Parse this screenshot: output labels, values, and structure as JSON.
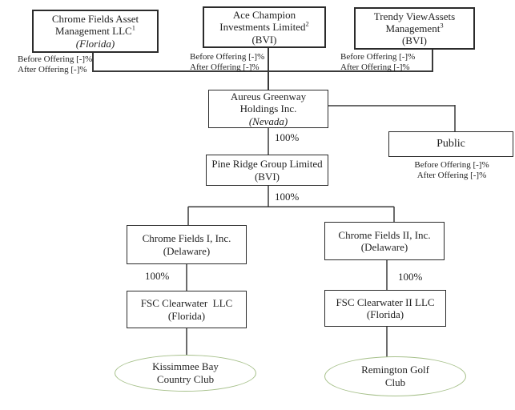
{
  "percent_label": "100%",
  "offering_label": {
    "line1": "Before Offering [-]%",
    "line2": "After Offering [-]%"
  },
  "nodes": {
    "chrome_fields_asset": {
      "line1": "Chrome Fields Asset",
      "line2": "Management LLC",
      "footnote": "1",
      "jurisdiction": "(Florida)"
    },
    "ace_champion": {
      "line1": "Ace Champion",
      "line2": "Investments Limited",
      "footnote": "2",
      "jurisdiction": "(BVI)"
    },
    "trendy_view": {
      "line1": "Trendy ViewAssets",
      "line2": "Management",
      "footnote": "3",
      "jurisdiction": "(BVI)"
    },
    "aureus": {
      "line1": "Aureus Greenway",
      "line2": "Holdings Inc.",
      "jurisdiction": "(Nevada)"
    },
    "public": {
      "label": "Public"
    },
    "pine_ridge": {
      "line1": "Pine Ridge Group Limited",
      "jurisdiction": "(BVI)"
    },
    "chrome_fields_1": {
      "line1": "Chrome Fields I, Inc.",
      "jurisdiction": "(Delaware)"
    },
    "chrome_fields_2": {
      "line1": "Chrome Fields II, Inc.",
      "jurisdiction": "(Delaware)"
    },
    "fsc_clearwater_1": {
      "line1": "FSC Clearwater  LLC",
      "jurisdiction": "(Florida)"
    },
    "fsc_clearwater_2": {
      "line1": "FSC Clearwater II LLC",
      "jurisdiction": "(Florida)"
    },
    "kissimmee": {
      "line1": "Kissimmee Bay",
      "line2": "Country Club"
    },
    "remington": {
      "line1": "Remington Golf",
      "line2": "Club"
    }
  },
  "colors": {
    "box_border": "#2b2b2b",
    "connector": "#3a3a3a",
    "ellipse_border": "#a6c08a",
    "background": "#ffffff"
  }
}
